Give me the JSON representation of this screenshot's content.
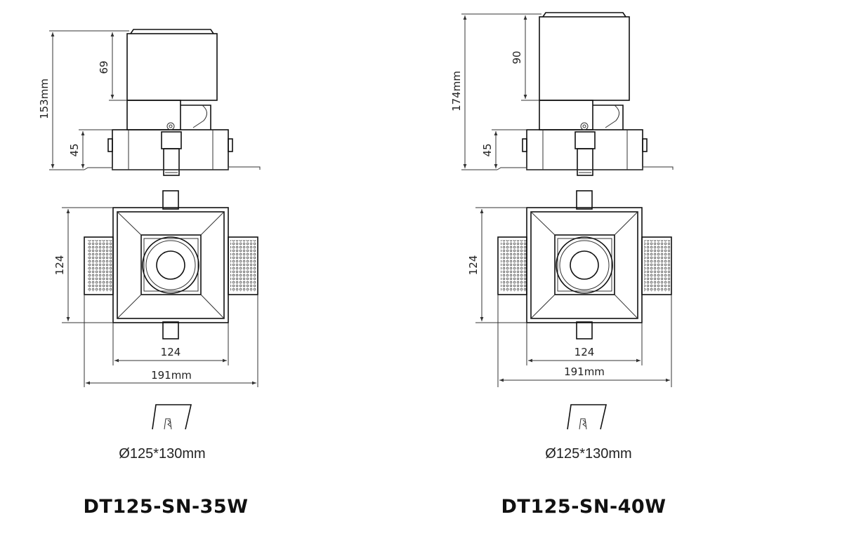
{
  "products": [
    {
      "model": "DT125-SN-35W",
      "total_height": "153mm",
      "upper_height": "69",
      "lower_height": "45",
      "front_height": "124",
      "inner_width": "124",
      "overall_width": "191mm",
      "cutout": "Ø125*130mm"
    },
    {
      "model": "DT125-SN-40W",
      "total_height": "174mm",
      "upper_height": "90",
      "lower_height": "45",
      "front_height": "124",
      "inner_width": "124",
      "overall_width": "191mm",
      "cutout": "Ø125*130mm"
    }
  ],
  "icons": [
    "cutout-icon",
    "adjust-screw-icon"
  ]
}
